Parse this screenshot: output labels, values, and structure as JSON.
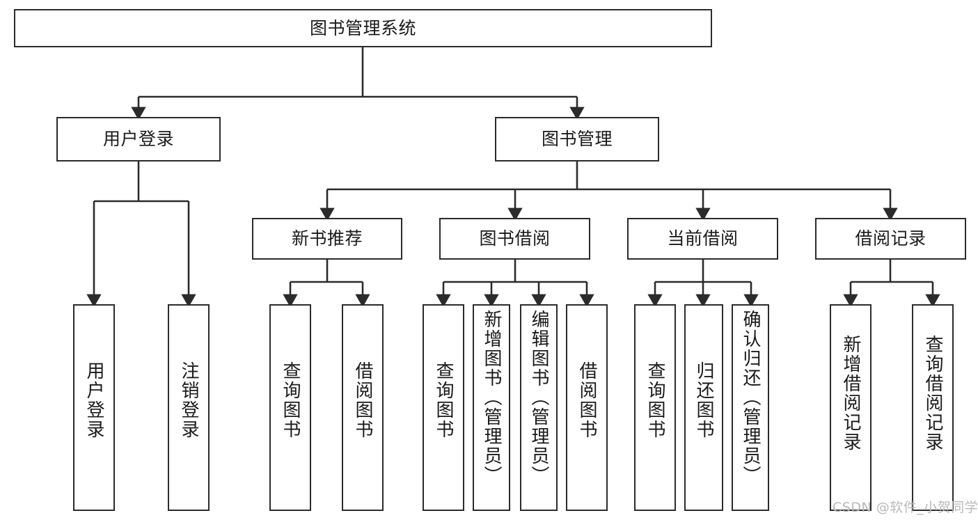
{
  "diagram": {
    "title": "图书管理系统",
    "type": "tree-hierarchy-diagram",
    "root": {
      "label": "图书管理系统"
    },
    "level2": [
      {
        "label": "用户登录"
      },
      {
        "label": "图书管理"
      }
    ],
    "level3": [
      {
        "label": "新书推荐"
      },
      {
        "label": "图书借阅"
      },
      {
        "label": "当前借阅"
      },
      {
        "label": "借阅记录"
      }
    ],
    "leaves": {
      "user_login": [
        {
          "label": "用户登录"
        },
        {
          "label": "注销登录"
        }
      ],
      "new_book_recommend": [
        {
          "label": "查询图书"
        },
        {
          "label": "借阅图书"
        }
      ],
      "book_borrow": [
        {
          "label": "查询图书"
        },
        {
          "label": "新增图书（管理员）"
        },
        {
          "label": "编辑图书（管理员）"
        },
        {
          "label": "借阅图书"
        }
      ],
      "current_borrow": [
        {
          "label": "查询图书"
        },
        {
          "label": "归还图书"
        },
        {
          "label": "确认归还（管理员）"
        }
      ],
      "borrow_record": [
        {
          "label": "新增借阅记录"
        },
        {
          "label": "查询借阅记录"
        }
      ]
    }
  },
  "watermark": {
    "text": "CSDN @软件_小贺同学"
  },
  "colors": {
    "stroke": "#2b2b2b",
    "box_fill": "#ffffff",
    "text": "#1a1a1a",
    "watermark": "#b9b9b9",
    "background": "#ffffff"
  }
}
